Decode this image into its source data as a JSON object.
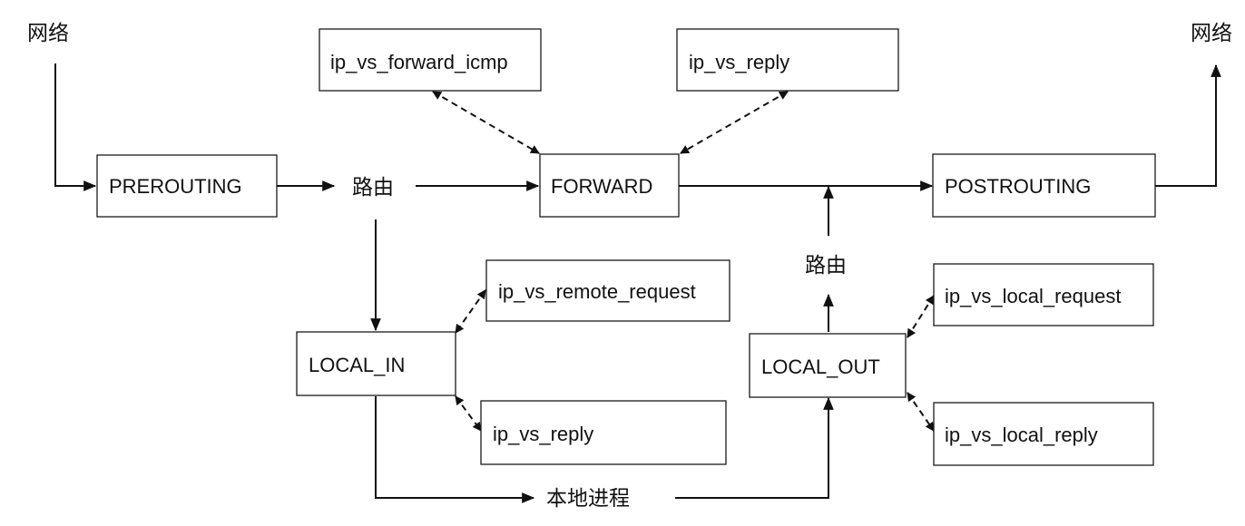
{
  "diagram": {
    "labels": {
      "net_in": "网络",
      "net_out": "网络",
      "route_1": "路由",
      "route_2": "路由",
      "local_process": "本地进程"
    },
    "nodes": {
      "prerouting": "PREROUTING",
      "forward": "FORWARD",
      "postrouting": "POSTROUTING",
      "local_in": "LOCAL_IN",
      "local_out": "LOCAL_OUT",
      "ip_vs_forward_icmp": "ip_vs_forward_icmp",
      "ip_vs_reply_forward": "ip_vs_reply",
      "ip_vs_remote_request": "ip_vs_remote_request",
      "ip_vs_reply_local_in": "ip_vs_reply",
      "ip_vs_local_request": "ip_vs_local_request",
      "ip_vs_local_reply": "ip_vs_local_reply"
    }
  }
}
